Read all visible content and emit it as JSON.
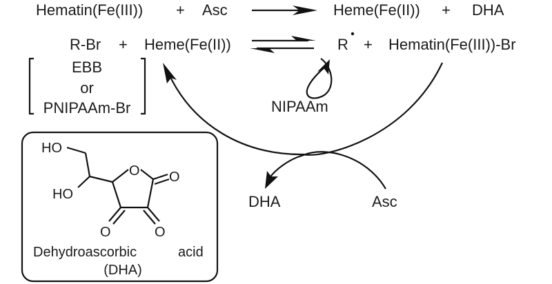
{
  "reaction1": {
    "reactant1": "Hematin(Fe(III))",
    "plus1": "+",
    "reactant2": "Asc",
    "product1": "Heme(Fe(II))",
    "plus2": "+",
    "product2": "DHA"
  },
  "reaction2": {
    "reactant1": "R-Br",
    "plus1": "+",
    "reactant2": "Heme(Fe(II))",
    "product1": "R",
    "radical_dot": "•",
    "plus2": "+",
    "product2": "Hematin(Fe(III))-Br"
  },
  "initiators": {
    "item1": "EBB",
    "or": "or",
    "item2": "PNIPAAm-Br"
  },
  "propagation": {
    "monomer": "NIPAAm"
  },
  "regeneration": {
    "product": "DHA",
    "reactant": "Asc"
  },
  "structure_box": {
    "atoms": {
      "ho_top": "HO",
      "ho_mid": "HO",
      "o_ring": "O",
      "o_carbonyl_right": "O",
      "o_carbonyl_left": "O",
      "o_carbonyl_mid": "O"
    },
    "name_line1_a": "Dehydroascorbic",
    "name_line1_b": "acid",
    "name_line2": "(DHA)"
  }
}
